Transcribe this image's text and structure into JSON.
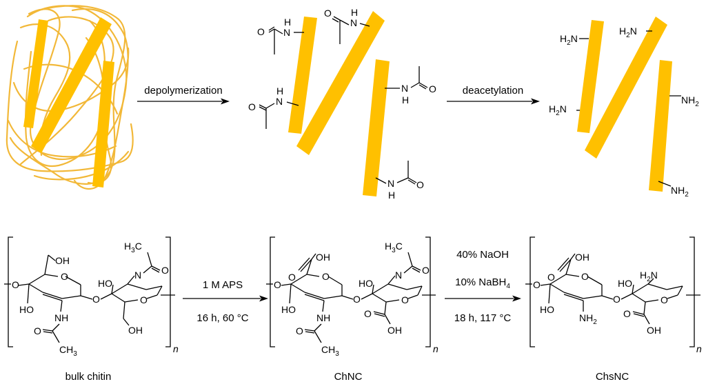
{
  "colors": {
    "rod": "#FFC000",
    "fiber": "#F2B838",
    "ink": "#000000"
  },
  "top_scheme": {
    "step1_label": "depolymerization",
    "step2_label": "deacetylation"
  },
  "bottom_scheme": {
    "reaction1": {
      "line1": "1 M APS",
      "line2": "16 h, 60 °C"
    },
    "reaction2": {
      "line1": "40% NaOH",
      "line2_main": "10% NaBH",
      "line2_sub": "4",
      "line3": "18 h, 117 °C"
    },
    "repeat_label": "n",
    "captions": {
      "bulk": "bulk chitin",
      "chnc": "ChNC",
      "chsnc": "ChsNC"
    }
  },
  "atoms": {
    "O": "O",
    "H": "H",
    "N": "N",
    "NH": "NH",
    "OH": "OH",
    "HO": "HO",
    "NH2_main": "NH",
    "NH2_sub": "2",
    "H2N_H": "H",
    "H2N_sub": "2",
    "H2N_N": "N",
    "H3C_H": "H",
    "H3C_sub": "3",
    "H3C_C": "C",
    "CH3_CH": "CH",
    "CH3_sub": "3"
  }
}
